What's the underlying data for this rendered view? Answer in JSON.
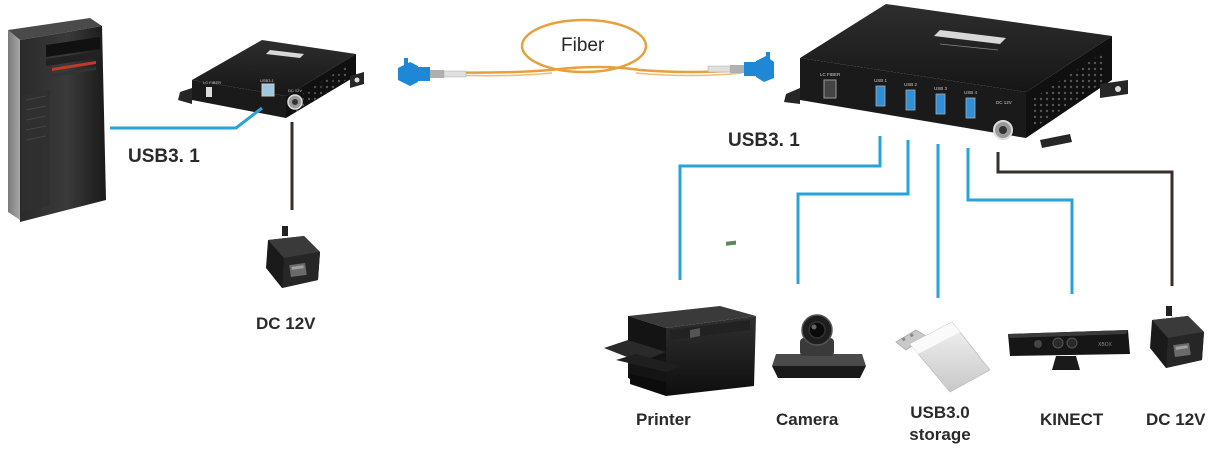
{
  "labels": {
    "fiber": "Fiber",
    "usb_left": "USB3. 1",
    "usb_right": "USB3. 1",
    "dc_left": "DC 12V",
    "printer": "Printer",
    "camera": "Camera",
    "usb_storage_line1": "USB3.0",
    "usb_storage_line2": "storage",
    "kinect": "KINECT",
    "dc_right": "DC 12V"
  },
  "device_text": {
    "tx_port_fiber": "LC FIBER",
    "tx_port_usb": "USB3.1",
    "tx_port_dc": "DC 12V",
    "rx_port_fiber": "LC FIBER",
    "rx_usb1": "USB 1",
    "rx_usb2": "USB 2",
    "rx_usb3": "USB 3",
    "rx_usb4": "USB 4",
    "rx_dc": "DC 12V"
  },
  "colors": {
    "usb_line": "#27a3d8",
    "power_line": "#3a2e2a",
    "fiber": "#e6a03c",
    "connector": "#1e88d6",
    "device": "#1c1c1c",
    "label": "#2a2a2a"
  },
  "icons": [
    "pc-tower-icon",
    "extender-tx-icon",
    "extender-rx-icon",
    "power-adapter-icon",
    "printer-icon",
    "camera-icon",
    "usb-stick-icon",
    "kinect-icon",
    "lc-connector-icon"
  ]
}
